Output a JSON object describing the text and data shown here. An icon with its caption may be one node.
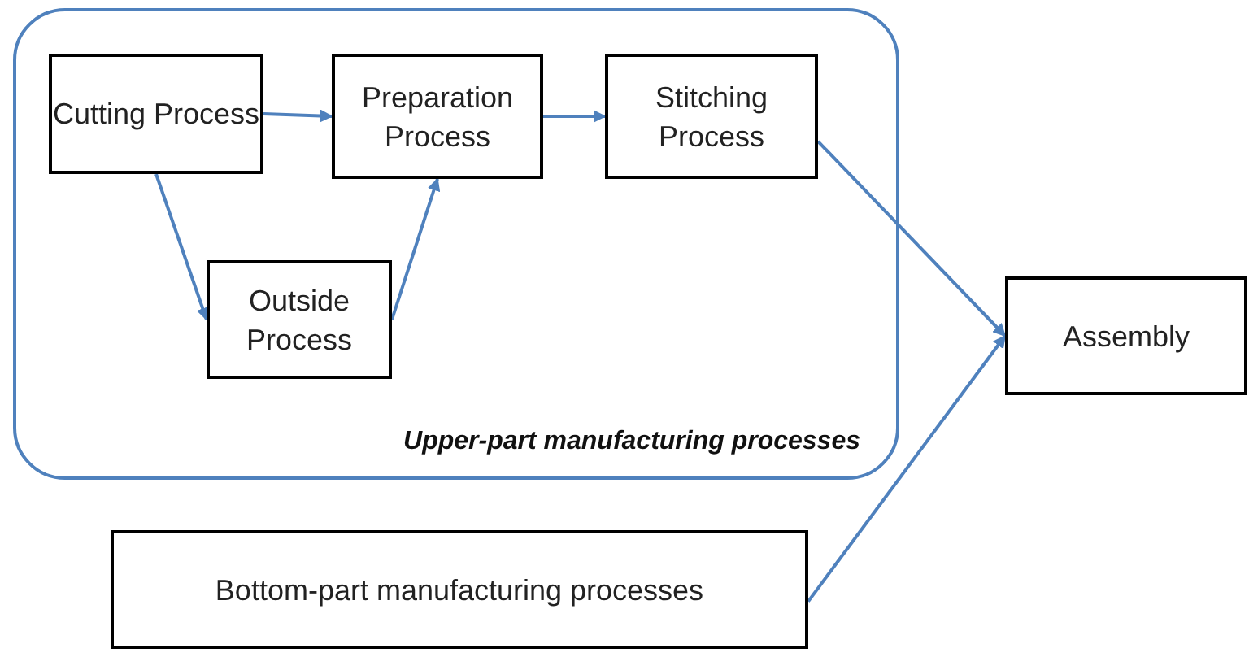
{
  "diagram": {
    "nodes": [
      {
        "text": [
          "Upper-part manufacturing processes"
        ]
      },
      {
        "text": [
          "Cutting Process"
        ],
        "in": 0
      },
      {
        "text": [
          "Preparation Process"
        ],
        "in": 0
      },
      {
        "text": [
          "Stitching Process"
        ],
        "in": 0
      },
      {
        "text": [
          "Outside Process"
        ],
        "in": 0
      },
      {
        "text": [
          "Assembly"
        ]
      },
      {
        "text": [
          "Bottom-part manufacturing processes"
        ]
      }
    ],
    "edges": [
      {
        "from": 1,
        "to": 2,
        "arrow": "to"
      },
      {
        "from": 2,
        "to": 3,
        "arrow": "to"
      },
      {
        "from": 1,
        "to": 4,
        "arrow": "to"
      },
      {
        "from": 4,
        "to": 2,
        "arrow": "to"
      },
      {
        "from": 3,
        "to": 5,
        "arrow": "to"
      },
      {
        "from": 6,
        "to": 5,
        "arrow": "to"
      }
    ]
  }
}
